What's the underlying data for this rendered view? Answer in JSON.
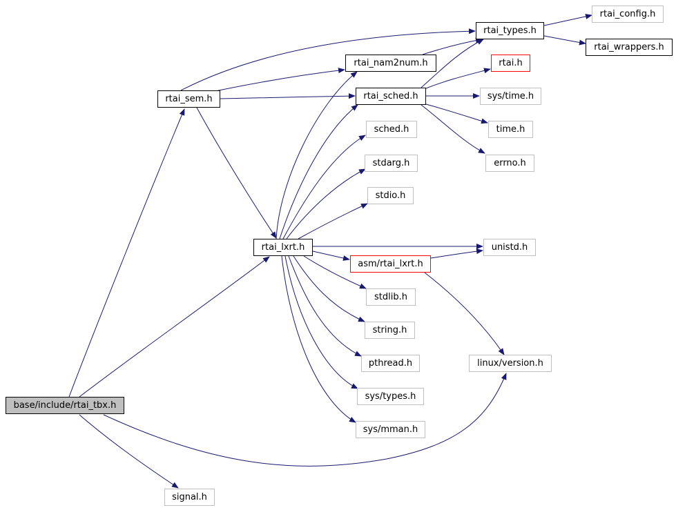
{
  "nodes": {
    "rtai_tbx": "base/include/rtai_tbx.h",
    "rtai_sem": "rtai_sem.h",
    "rtai_lxrt": "rtai_lxrt.h",
    "rtai_nam2num": "rtai_nam2num.h",
    "rtai_sched": "rtai_sched.h",
    "rtai_types": "rtai_types.h",
    "rtai_config": "rtai_config.h",
    "rtai_wrappers": "rtai_wrappers.h",
    "rtai": "rtai.h",
    "sys_time": "sys/time.h",
    "time": "time.h",
    "errno": "errno.h",
    "sched": "sched.h",
    "stdarg": "stdarg.h",
    "stdio": "stdio.h",
    "unistd": "unistd.h",
    "asm_rtai_lxrt": "asm/rtai_lxrt.h",
    "stdlib": "stdlib.h",
    "string": "string.h",
    "pthread": "pthread.h",
    "linux_version": "linux/version.h",
    "sys_types": "sys/types.h",
    "sys_mman": "sys/mman.h",
    "signal": "signal.h"
  },
  "edges": [
    [
      "rtai_tbx",
      "rtai_sem"
    ],
    [
      "rtai_tbx",
      "rtai_lxrt"
    ],
    [
      "rtai_tbx",
      "linux_version"
    ],
    [
      "rtai_tbx",
      "signal"
    ],
    [
      "rtai_sem",
      "rtai_types"
    ],
    [
      "rtai_sem",
      "rtai_nam2num"
    ],
    [
      "rtai_sem",
      "rtai_sched"
    ],
    [
      "rtai_sem",
      "rtai_lxrt"
    ],
    [
      "rtai_nam2num",
      "rtai_types"
    ],
    [
      "rtai_sched",
      "rtai_types"
    ],
    [
      "rtai_sched",
      "rtai"
    ],
    [
      "rtai_sched",
      "sys_time"
    ],
    [
      "rtai_sched",
      "time"
    ],
    [
      "rtai_sched",
      "errno"
    ],
    [
      "rtai_types",
      "rtai_config"
    ],
    [
      "rtai_types",
      "rtai_wrappers"
    ],
    [
      "rtai_lxrt",
      "rtai_nam2num"
    ],
    [
      "rtai_lxrt",
      "rtai_sched"
    ],
    [
      "rtai_lxrt",
      "sched"
    ],
    [
      "rtai_lxrt",
      "stdarg"
    ],
    [
      "rtai_lxrt",
      "stdio"
    ],
    [
      "rtai_lxrt",
      "unistd"
    ],
    [
      "rtai_lxrt",
      "asm_rtai_lxrt"
    ],
    [
      "rtai_lxrt",
      "stdlib"
    ],
    [
      "rtai_lxrt",
      "string"
    ],
    [
      "rtai_lxrt",
      "pthread"
    ],
    [
      "rtai_lxrt",
      "sys_types"
    ],
    [
      "rtai_lxrt",
      "sys_mman"
    ],
    [
      "asm_rtai_lxrt",
      "unistd"
    ],
    [
      "asm_rtai_lxrt",
      "linux_version"
    ]
  ],
  "colors": {
    "edge": "#191970",
    "local_border": "#000000",
    "external_border": "#bfbfbf",
    "unresolved_border": "#ff0000",
    "root_fill": "#bfbfbf"
  }
}
